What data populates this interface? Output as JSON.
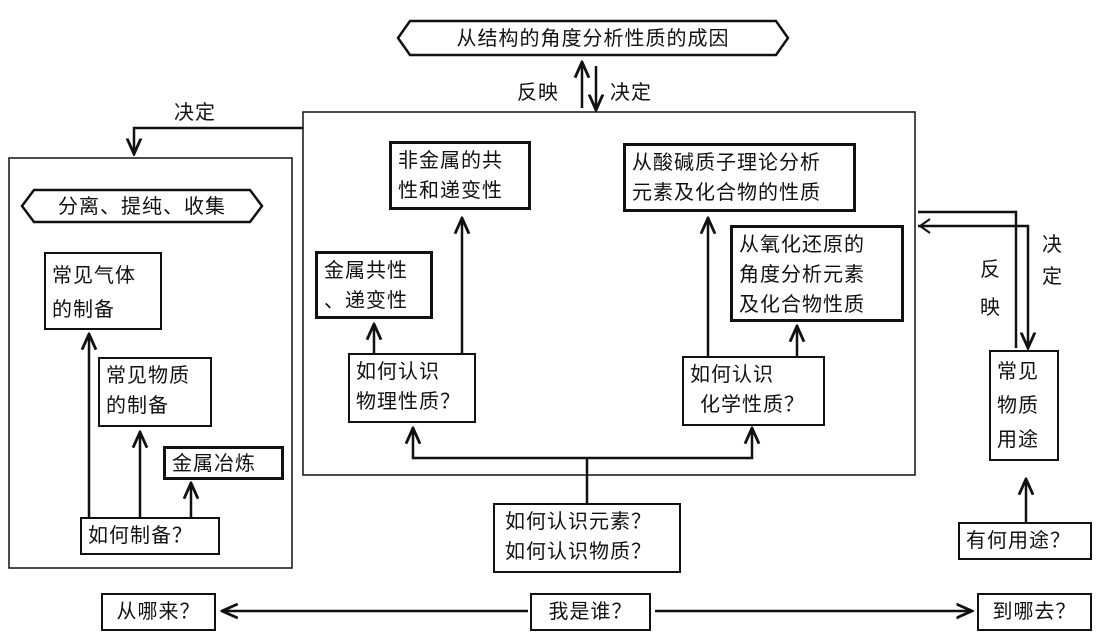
{
  "top_hexagon": "从结构的角度分析性质的成因",
  "left_hexagon": "分离、提纯、收集",
  "labels": {
    "reflect_top": "反映",
    "decide_top": "决定",
    "decide_left": "决定",
    "reflect_right": "反映",
    "decide_right": "决定"
  },
  "boxes": {
    "nonmetal": [
      "非金属的共",
      "性和递变性"
    ],
    "acid_base": [
      "从酸碱质子理论分析",
      "元素及化合物的性质"
    ],
    "metal": [
      "金属共性",
      "、递变性"
    ],
    "redox": [
      "从氧化还原的",
      "角度分析元素",
      "及化合物性质"
    ],
    "physical": [
      "如何认识",
      "物理性质？"
    ],
    "chemical": [
      "如何认识",
      "化学性质？"
    ],
    "gas_prep": [
      "常见气体",
      "的制备"
    ],
    "substance_prep": [
      "常见物质",
      "的制备"
    ],
    "metal_smelt": "金属冶炼",
    "how_prepare": "如何制备？",
    "center_question": [
      "如何认识元素？",
      "如何认识物质？"
    ],
    "common_use": [
      "常见",
      "物质",
      "用途"
    ],
    "what_use": "有何用途？",
    "where_from": "从哪来？",
    "who_am_i": "我是谁？",
    "where_to": "到哪去？"
  }
}
